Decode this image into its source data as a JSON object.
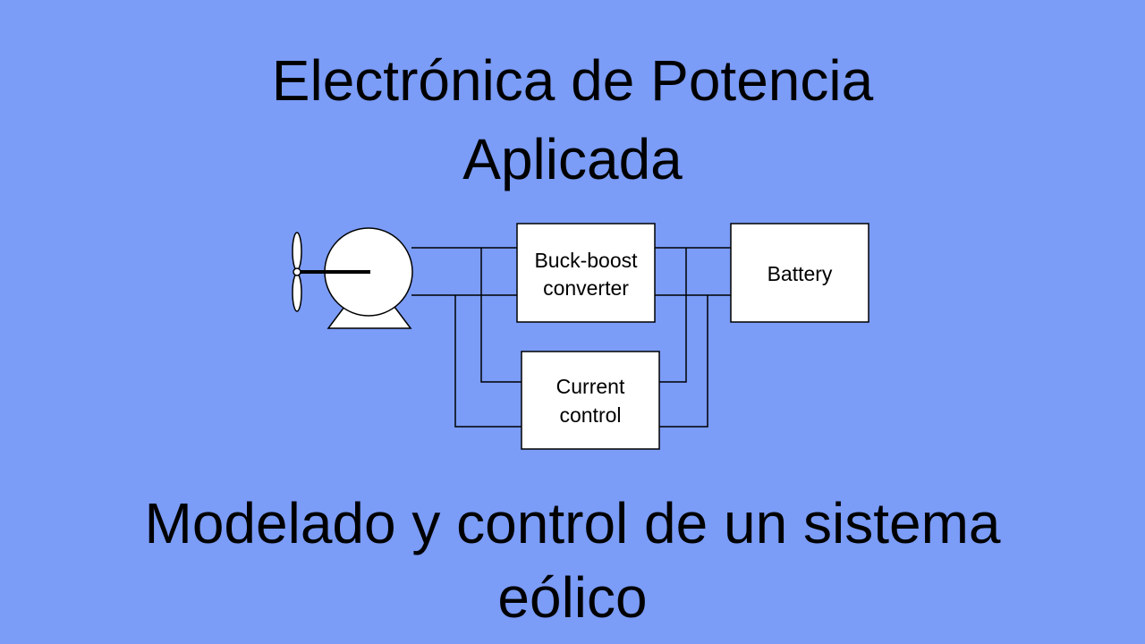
{
  "title": {
    "line1": "Electrónica de Potencia",
    "line2": "Aplicada"
  },
  "subtitle": {
    "line1": "Modelado y control de un sistema",
    "line2": "eólico"
  },
  "diagram": {
    "converter_label": [
      "Buck-boost",
      "converter"
    ],
    "battery_label": "Battery",
    "control_label": [
      "Current",
      "control"
    ]
  },
  "colors": {
    "background": "#7b9cf7",
    "box_fill": "#ffffff",
    "line": "#000000"
  }
}
